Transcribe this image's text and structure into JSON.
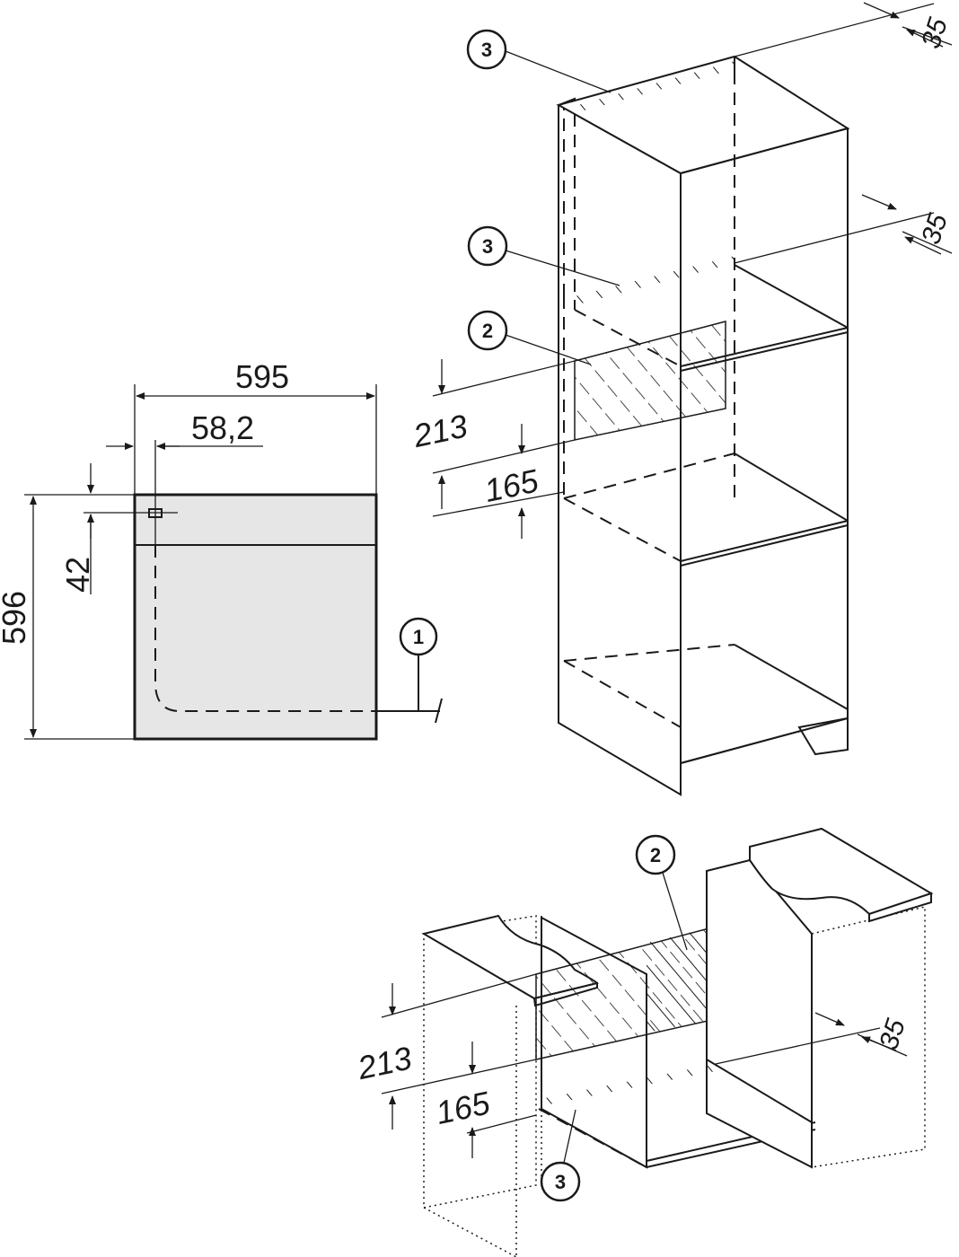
{
  "front_view": {
    "width_label": "595",
    "offset_label": "58,2",
    "height_label": "596",
    "top_offset_label": "42",
    "callout": "1"
  },
  "tall_cabinet": {
    "top_gap_label": "35",
    "shelf_gap_label": "35",
    "opening_height_label": "213",
    "inner_height_label": "165",
    "callout_top": "3",
    "callout_shelf": "3",
    "callout_niche": "2"
  },
  "base_cabinet": {
    "callout_niche": "2",
    "opening_height_label": "213",
    "inner_height_label": "165",
    "gap_label": "35",
    "callout_vent": "3"
  }
}
